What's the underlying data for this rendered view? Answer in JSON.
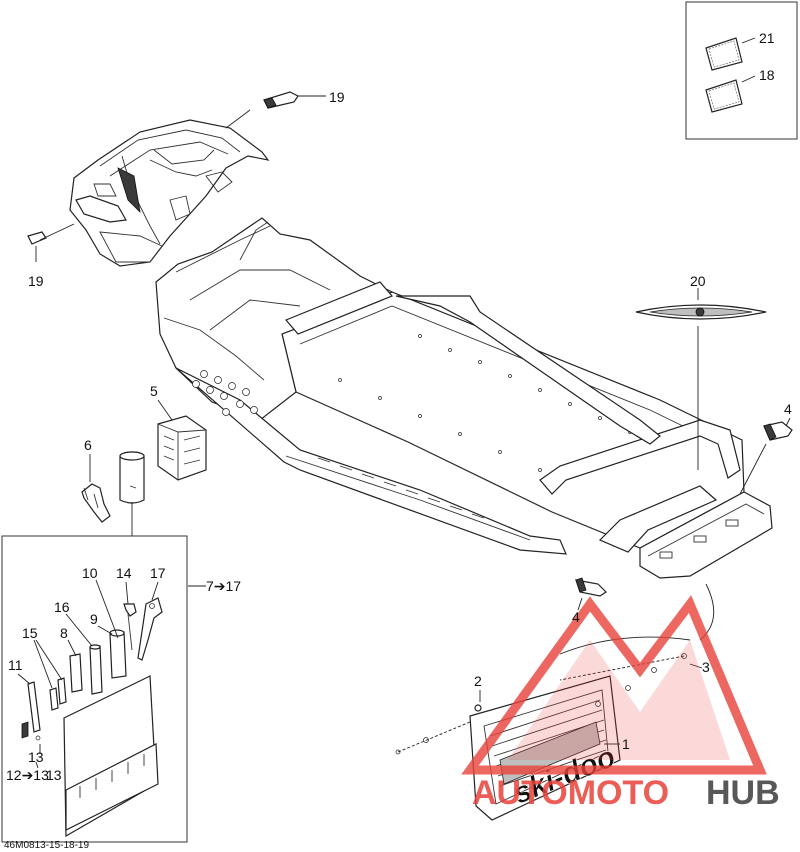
{
  "diagram": {
    "reference_code": "46M0813-15-18-19",
    "callouts": [
      {
        "id": "c21",
        "text": "21"
      },
      {
        "id": "c18",
        "text": "18"
      },
      {
        "id": "c19a",
        "text": "19"
      },
      {
        "id": "c19b",
        "text": "19"
      },
      {
        "id": "c20",
        "text": "20"
      },
      {
        "id": "c4a",
        "text": "4"
      },
      {
        "id": "c4b",
        "text": "4"
      },
      {
        "id": "c5",
        "text": "5"
      },
      {
        "id": "c6",
        "text": "6"
      },
      {
        "id": "c3",
        "text": "3"
      },
      {
        "id": "c2",
        "text": "2"
      },
      {
        "id": "c1",
        "text": "1"
      },
      {
        "id": "c10",
        "text": "10"
      },
      {
        "id": "c14",
        "text": "14"
      },
      {
        "id": "c17",
        "text": "17"
      },
      {
        "id": "c16",
        "text": "16"
      },
      {
        "id": "c9",
        "text": "9"
      },
      {
        "id": "c15",
        "text": "15"
      },
      {
        "id": "c8",
        "text": "8"
      },
      {
        "id": "c11",
        "text": "11"
      },
      {
        "id": "c13",
        "text": "13"
      },
      {
        "id": "c7to17",
        "text": "7➔17"
      },
      {
        "id": "c12to13",
        "text": "12➔13"
      },
      {
        "id": "c13b",
        "text": "13"
      }
    ],
    "flap_logo": "ski-doo"
  },
  "watermark": {
    "text_part1": "AUTOMOTO",
    "text_part2": "HUB",
    "color_primary": "#e8423a",
    "color_secondary": "#3c3c3c"
  }
}
